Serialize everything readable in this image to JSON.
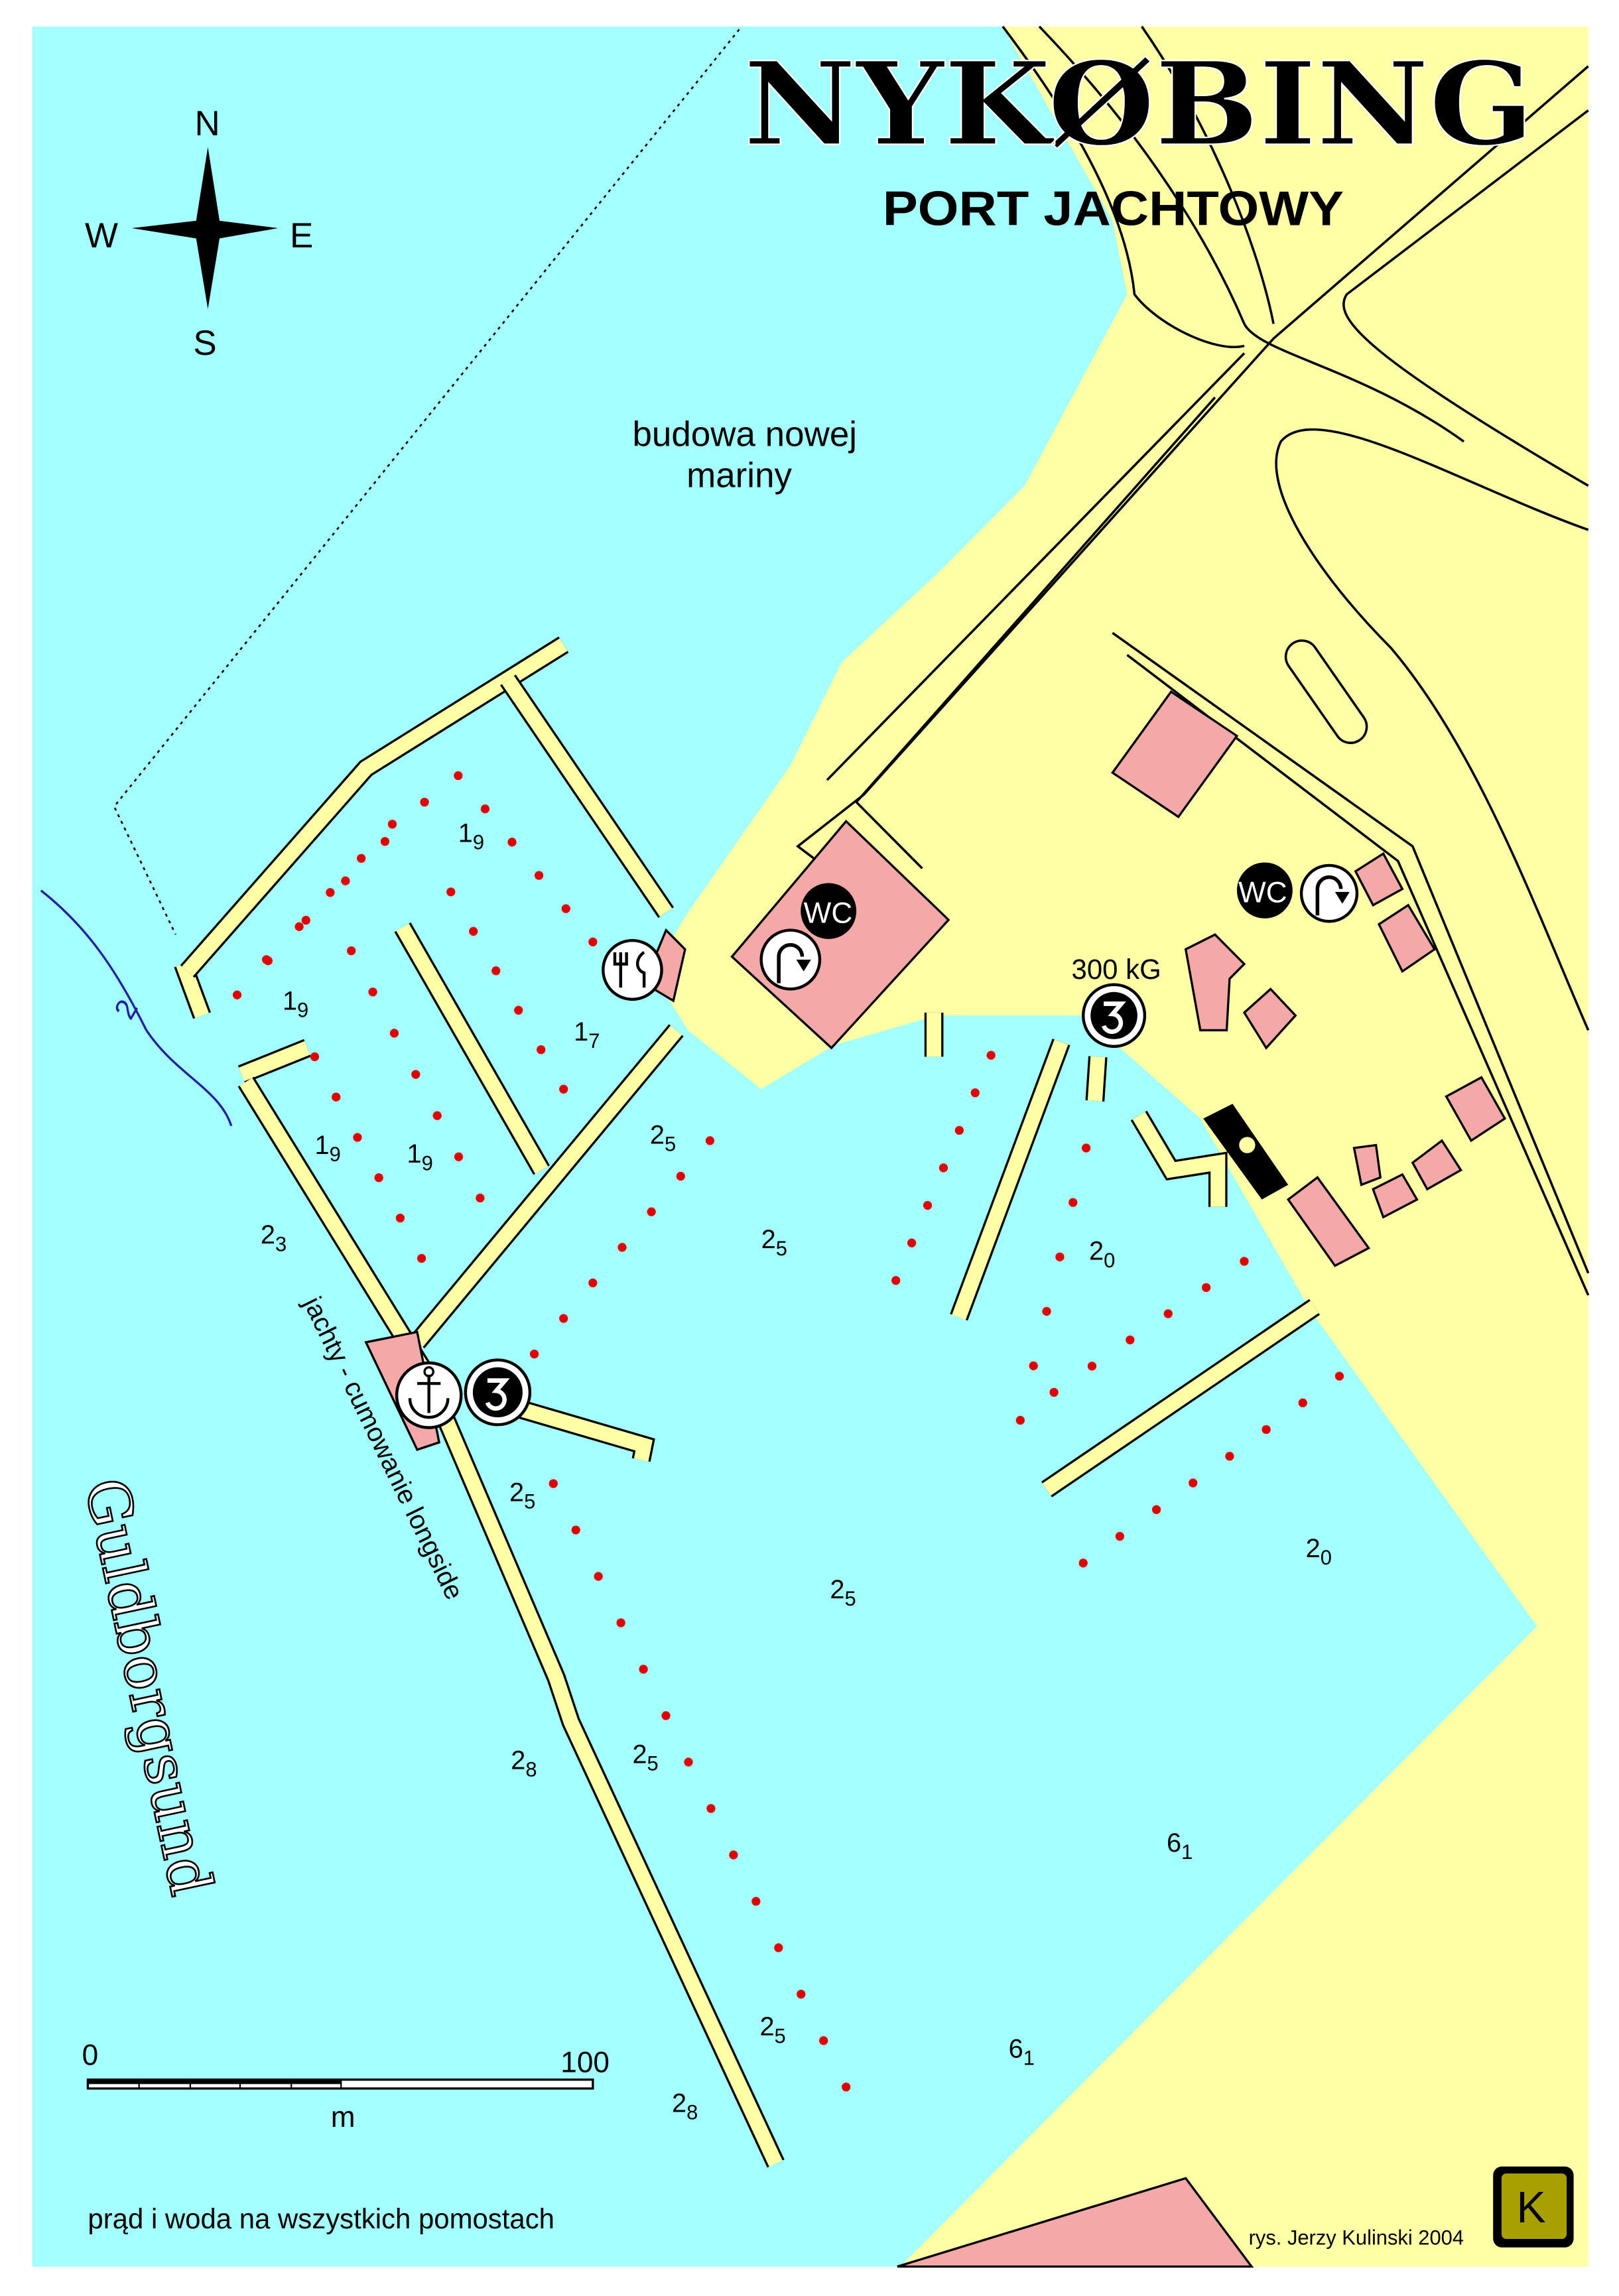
{
  "title": {
    "name": "NYKØBING",
    "subtitle": "PORT JACHTOWY"
  },
  "compass": {
    "north": "N",
    "south": "S",
    "east": "E",
    "west": "W"
  },
  "labels": {
    "construction_line1": "budowa nowej",
    "construction_line2": "mariny",
    "crane_capacity": "300 kG",
    "longside": "jachty - cumowanie longside",
    "water_body": "Guldborgsund",
    "depth_contour": "2",
    "utilities_note": "prąd i woda na wszystkich pomostach",
    "credit": "rys. Jerzy Kulinski 2004",
    "logo_letter": "K"
  },
  "facilities": {
    "wc_label": "WC"
  },
  "scale_bar": {
    "start": "0",
    "end": "100",
    "unit": "m"
  },
  "depths": [
    {
      "value": "1",
      "sub": "9"
    },
    {
      "value": "1",
      "sub": "9"
    },
    {
      "value": "1",
      "sub": "7"
    },
    {
      "value": "1",
      "sub": "9"
    },
    {
      "value": "1",
      "sub": "9"
    },
    {
      "value": "2",
      "sub": "3"
    },
    {
      "value": "2",
      "sub": "5"
    },
    {
      "value": "2",
      "sub": "5"
    },
    {
      "value": "2",
      "sub": "0"
    },
    {
      "value": "2",
      "sub": "5"
    },
    {
      "value": "2",
      "sub": "5"
    },
    {
      "value": "2",
      "sub": "0"
    },
    {
      "value": "2",
      "sub": "8"
    },
    {
      "value": "2",
      "sub": "5"
    },
    {
      "value": "6",
      "sub": "1"
    },
    {
      "value": "2",
      "sub": "5"
    },
    {
      "value": "6",
      "sub": "1"
    },
    {
      "value": "2",
      "sub": "8"
    }
  ],
  "colors": {
    "water": "#a4ffff",
    "land": "#ffffa6",
    "building": "#f4a8a8",
    "mooring": "#e00000",
    "contour": "#2020a0",
    "logo": "#a8a000"
  }
}
